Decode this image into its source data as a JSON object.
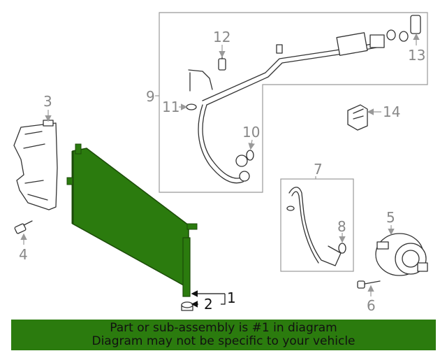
{
  "callouts": {
    "c1": "1",
    "c2": "2",
    "c3": "3",
    "c4": "4",
    "c5": "5",
    "c6": "6",
    "c7": "7",
    "c8": "8",
    "c9": "9",
    "c10": "10",
    "c11": "11",
    "c12": "12",
    "c13": "13",
    "c14": "14"
  },
  "banner": {
    "line1": "Part or sub-assembly is #1 in diagram",
    "line2": "Diagram may not be specific to your vehicle"
  },
  "colors": {
    "highlight": "#2b7b0e",
    "callout_gray": "#888888",
    "callout_dark": "#111111"
  }
}
